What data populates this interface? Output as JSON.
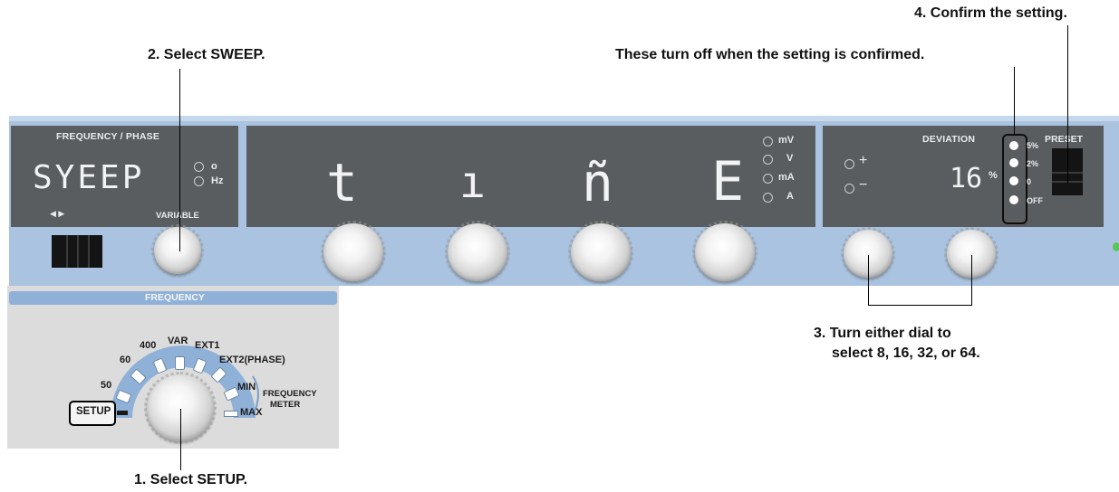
{
  "callouts": {
    "step1": "1. Select SETUP.",
    "step2": "2. Select SWEEP.",
    "step3_line1": "3. Turn either dial to",
    "step3_line2": "select 8, 16, 32, or 64.",
    "step4": "4. Confirm the setting.",
    "leds_note": "These turn off when the setting is confirmed."
  },
  "freq_phase": {
    "title": "FREQUENCY / PHASE",
    "display": "SYEEP",
    "units": [
      "o",
      "Hz"
    ],
    "arrows": "◀ ▶",
    "variable": "VARIABLE"
  },
  "main_display": {
    "chars": [
      "t",
      "ı",
      "ñ",
      "E"
    ],
    "units": [
      "mV",
      "V",
      "mA",
      "A"
    ]
  },
  "deviation": {
    "title": "DEVIATION",
    "plus": "+",
    "minus": "−",
    "value": "16",
    "unit": "%",
    "levels": [
      "5%",
      "2%",
      "0",
      "OFF"
    ],
    "preset": "PRESET"
  },
  "frequency_section": {
    "title": "FREQUENCY",
    "positions": [
      "SETUP",
      "50",
      "60",
      "400",
      "VAR",
      "EXT1",
      "EXT2(PHASE)",
      "MIN",
      "MAX"
    ],
    "meter_label_line1": "FREQUENCY",
    "meter_label_line2": "METER"
  },
  "colors": {
    "panel": "#a9c3e0",
    "lcd": "#5a5d5f",
    "frequency_band": "#8fb1d8",
    "frequency_area": "#dcdcdc"
  }
}
